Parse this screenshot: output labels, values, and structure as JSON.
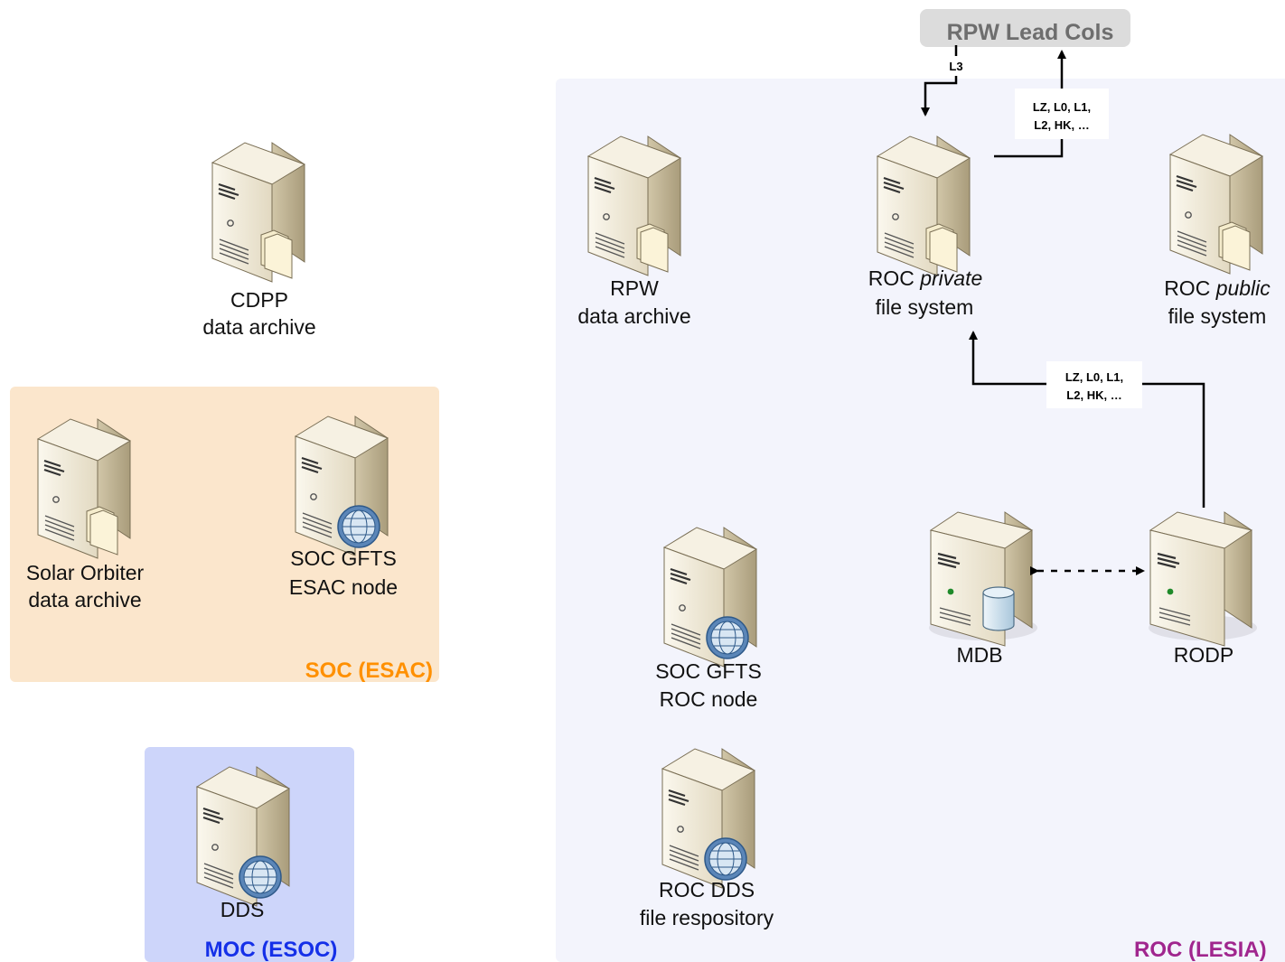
{
  "groups": {
    "soc": {
      "label": "SOC (ESAC)",
      "color": "#ff9000",
      "fill": "#fbe6cc"
    },
    "moc": {
      "label": "MOC (ESOC)",
      "color": "#1530e8",
      "fill": "#cdd5fa"
    },
    "roc": {
      "label": "ROC (LESIA)",
      "color": "#a0268e",
      "fill": "#f3f4fc"
    }
  },
  "top_box": {
    "label": "RPW Lead Cols",
    "fill": "#dcdcdc"
  },
  "nodes": {
    "cdpp": {
      "line1": "CDPP",
      "line2": "data archive",
      "icon": "file-server-icon"
    },
    "solo_archive": {
      "line1": "Solar Orbiter",
      "line2": "data archive",
      "icon": "file-server-icon"
    },
    "soc_gfts_esac": {
      "line1": "SOC GFTS",
      "line2": "ESAC node",
      "icon": "web-server-icon"
    },
    "dds": {
      "line1": "DDS",
      "icon": "web-server-icon"
    },
    "rpw_archive": {
      "line1": "RPW",
      "line2": "data archive",
      "icon": "file-server-icon"
    },
    "roc_private": {
      "line1a": "ROC ",
      "line1b": "private",
      "line2": "file system",
      "icon": "file-server-icon"
    },
    "roc_public": {
      "line1a": "ROC ",
      "line1b": "public",
      "line2": "file system",
      "icon": "file-server-icon"
    },
    "soc_gfts_roc": {
      "line1": "SOC GFTS",
      "line2": "ROC node",
      "icon": "web-server-icon"
    },
    "roc_dds": {
      "line1": "ROC DDS",
      "line2": "file respository",
      "icon": "web-server-icon"
    },
    "mdb": {
      "line1": "MDB",
      "icon": "database-server-icon"
    },
    "rodp": {
      "line1": "RODP",
      "icon": "server-icon"
    }
  },
  "edges": {
    "l3": {
      "label": "L3"
    },
    "private_to_lead": {
      "line1": "LZ, L0, L1,",
      "line2": "L2, HK, …"
    },
    "rodp_to_private": {
      "line1": "LZ, L0, L1,",
      "line2": "L2, HK, …"
    }
  }
}
